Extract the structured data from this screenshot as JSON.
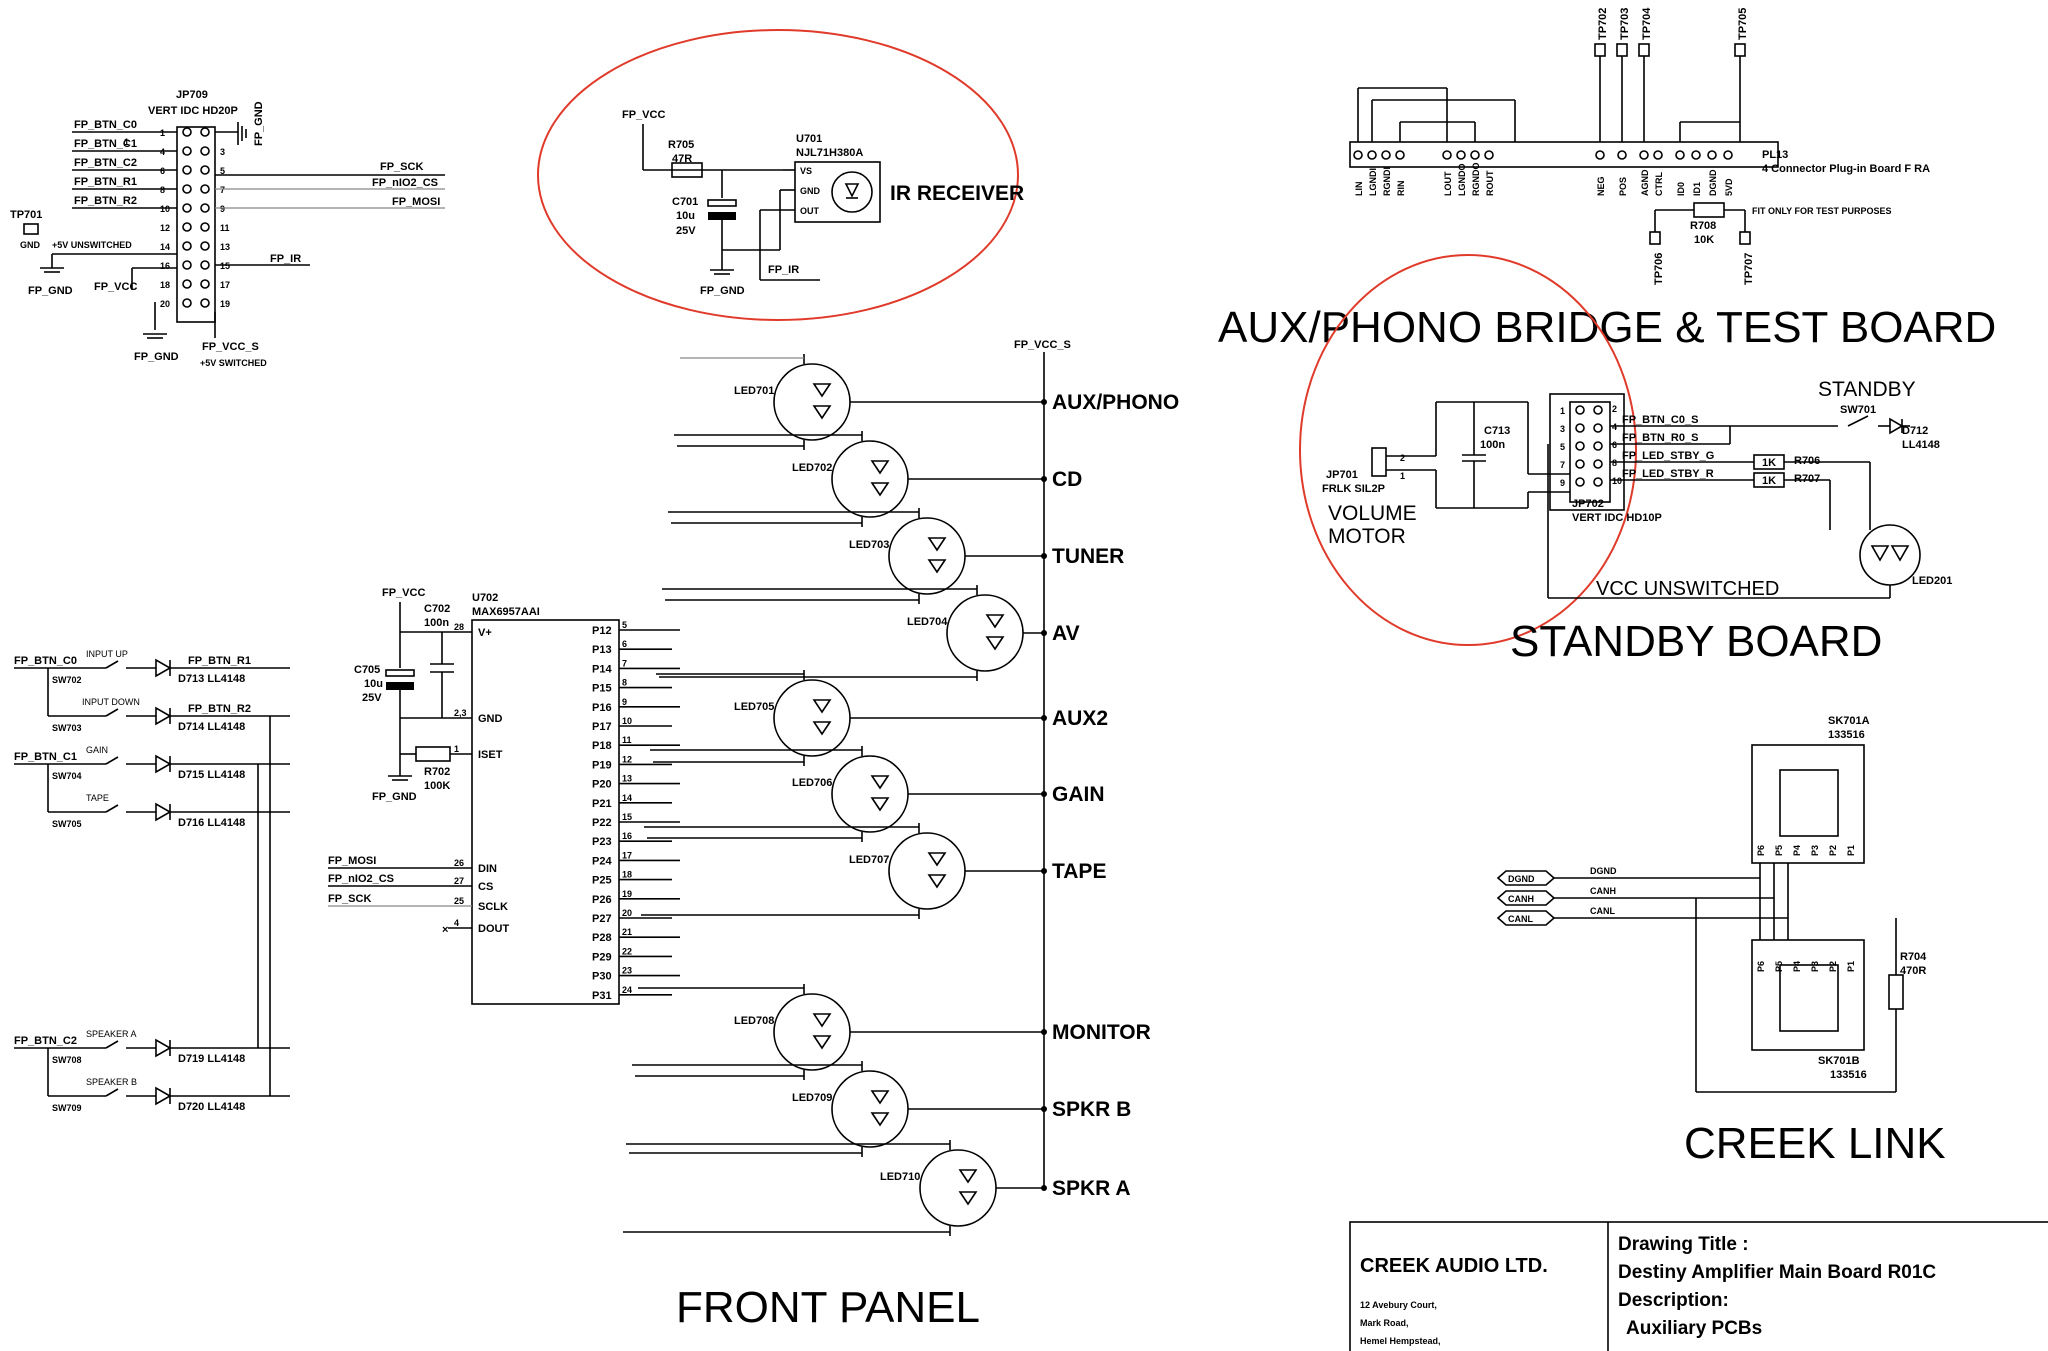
{
  "sections": {
    "ir_receiver": "IR RECEIVER",
    "aux_phono_bridge": "AUX/PHONO BRIDGE & TEST BOARD",
    "standby_board": "STANDBY BOARD",
    "creek_link": "CREEK LINK",
    "front_panel": "FRONT PANEL",
    "standby": "STANDBY",
    "volume_motor_1": "VOLUME",
    "volume_motor_2": "MOTOR",
    "vcc_unswitched": "VCC UNSWITCHED"
  },
  "jp709": {
    "ref": "JP709",
    "type": "VERT IDC HD20P",
    "left_nets": [
      "FP_BTN_C0",
      "FP_BTN_C1",
      "FP_BTN_C2",
      "FP_BTN_R1",
      "FP_BTN_R2"
    ],
    "right_nets": [
      "FP_SCK",
      "FP_nIO2_CS",
      "FP_MOSI"
    ],
    "fp_ir": "FP_IR",
    "fp_gnd": "FP_GND",
    "fp_vcc": "FP_VCC",
    "fp_vcc_s": "FP_VCC_S",
    "plus5_switched": "+5V SWITCHED",
    "plus5_unswitched": "+5V UNSWITCHED",
    "gnd": "GND",
    "tp701": "TP701",
    "pins_left": [
      "1",
      "4",
      "6",
      "8",
      "10",
      "12",
      "14",
      "16",
      "18",
      "20"
    ],
    "pins_right": [
      "3",
      "5",
      "7",
      "9",
      "11",
      "13",
      "15",
      "17",
      "19"
    ]
  },
  "ir": {
    "fp_vcc": "FP_VCC",
    "r705": "R705",
    "r705_val": "47R",
    "c701": "C701",
    "c701_val": "10u",
    "c701_v": "25V",
    "u701": "U701",
    "u701_part": "NJL71H380A",
    "vs": "VS",
    "gnd": "GND",
    "out": "OUT",
    "fp_gnd": "FP_GND",
    "fp_ir": "FP_IR"
  },
  "bridge": {
    "tp_top": [
      "TP702",
      "TP703",
      "TP704",
      "TP705"
    ],
    "pl13": "PL13",
    "pl13_desc": "4 Connector Plug-in Board F RA",
    "pins": [
      "LIN",
      "LGNDI",
      "RGNDI",
      "RIN",
      "LOUT",
      "LGNDO",
      "RGNDO",
      "ROUT",
      "NEG",
      "POS",
      "AGND",
      "CTRL",
      "ID0",
      "ID1",
      "DGND",
      "5VD"
    ],
    "r708": "R708",
    "r708_val": "10K",
    "note": "FIT ONLY FOR TEST PURPOSES",
    "tp706": "TP706",
    "tp707": "TP707"
  },
  "standby_parts": {
    "jp701": "JP701",
    "jp701_type": "FRLK SIL2P",
    "c713": "C713",
    "c713_val": "100n",
    "jp702": "JP702",
    "jp702_type": "VERT IDC HD10P",
    "nets": [
      "FP_BTN_C0_S",
      "FP_BTN_R0_S",
      "FP_LED_STBY_G",
      "FP_LED_STBY_R"
    ],
    "sw701": "SW701",
    "d712": "D712",
    "d712_part": "LL4148",
    "r706": "R706",
    "r707": "R707",
    "r_val": "1K",
    "led201": "LED201"
  },
  "creek_link_parts": {
    "sk701a": "SK701A",
    "sk701b": "SK701B",
    "part": "133516",
    "signals": [
      "DGND",
      "CANH",
      "CANL"
    ],
    "r704": "R704",
    "r704_val": "470R",
    "pins": [
      "P6",
      "P5",
      "P4",
      "P3",
      "P2",
      "P1"
    ]
  },
  "buttons": [
    {
      "label": "INPUT UP",
      "sw": "SW702",
      "diode": "D713 LL4148",
      "net": "FP_BTN_R1"
    },
    {
      "label": "INPUT DOWN",
      "sw": "SW703",
      "diode": "D714 LL4148",
      "net": "FP_BTN_R2"
    },
    {
      "label": "GAIN",
      "sw": "SW704",
      "diode": "D715 LL4148",
      "net": ""
    },
    {
      "label": "TAPE",
      "sw": "SW705",
      "diode": "D716 LL4148",
      "net": ""
    },
    {
      "label": "SPEAKER A",
      "sw": "SW708",
      "diode": "D719 LL4148",
      "net": ""
    },
    {
      "label": "SPEAKER B",
      "sw": "SW709",
      "diode": "D720 LL4148",
      "net": ""
    }
  ],
  "button_nets": [
    "FP_BTN_C0",
    "FP_BTN_C1",
    "FP_BTN_C2"
  ],
  "u702": {
    "ref": "U702",
    "part": "MAX6957AAI",
    "fp_vcc": "FP_VCC",
    "c702": "C702",
    "c702_val": "100n",
    "c705": "C705",
    "c705_val": "10u",
    "c705_v": "25V",
    "r702": "R702",
    "r702_val": "100K",
    "fp_gnd": "FP_GND",
    "left_pins": [
      "V+",
      "GND",
      "ISET",
      "DIN",
      "CS",
      "SCLK",
      "DOUT"
    ],
    "left_nums": [
      "28",
      "2,3",
      "1",
      "26",
      "27",
      "25",
      "4"
    ],
    "inputs": [
      "FP_MOSI",
      "FP_nIO2_CS",
      "FP_SCK"
    ],
    "ports": [
      "P12",
      "P13",
      "P14",
      "P15",
      "P16",
      "P17",
      "P18",
      "P19",
      "P20",
      "P21",
      "P22",
      "P23",
      "P24",
      "P25",
      "P26",
      "P27",
      "P28",
      "P29",
      "P30",
      "P31"
    ],
    "port_nums": [
      "5",
      "6",
      "7",
      "8",
      "9",
      "10",
      "11",
      "12",
      "13",
      "14",
      "15",
      "16",
      "17",
      "18",
      "19",
      "20",
      "21",
      "22",
      "23",
      "24"
    ]
  },
  "leds": [
    {
      "ref": "LED701",
      "label": "AUX/PHONO"
    },
    {
      "ref": "LED702",
      "label": "CD"
    },
    {
      "ref": "LED703",
      "label": "TUNER"
    },
    {
      "ref": "LED704",
      "label": "AV"
    },
    {
      "ref": "LED705",
      "label": "AUX2"
    },
    {
      "ref": "LED706",
      "label": "GAIN"
    },
    {
      "ref": "LED707",
      "label": "TAPE"
    },
    {
      "ref": "LED708",
      "label": "MONITOR"
    },
    {
      "ref": "LED709",
      "label": "SPKR B"
    },
    {
      "ref": "LED710",
      "label": "SPKR A"
    }
  ],
  "fp_vcc_s": "FP_VCC_S",
  "title_block": {
    "company": "CREEK AUDIO LTD.",
    "address": [
      "12 Avebury Court,",
      "Mark Road,",
      "Hemel Hempstead,"
    ],
    "drawing_title_label": "Drawing Title :",
    "drawing_title": "Destiny Amplifier Main Board R01C",
    "description_label": "Description:",
    "description": "Auxiliary PCBs"
  }
}
